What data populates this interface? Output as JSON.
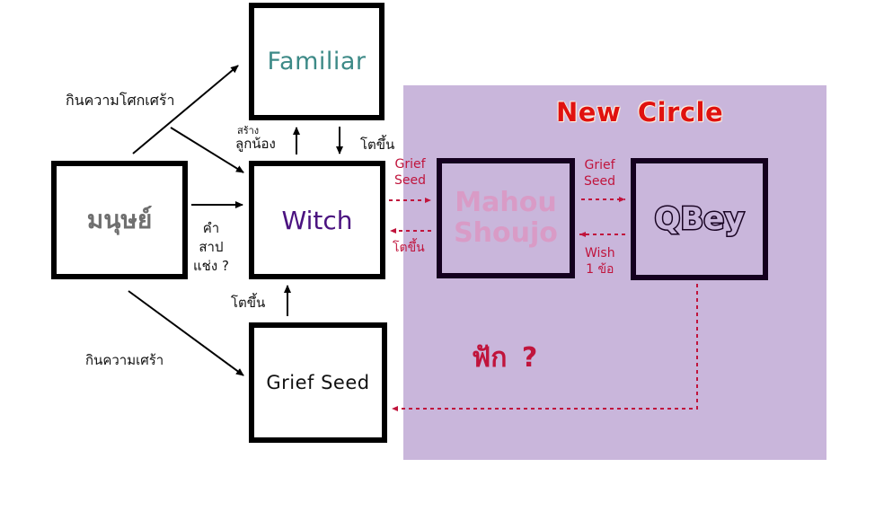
{
  "diagram": {
    "region": {
      "title": "New Circle",
      "color": "#c9b6db",
      "title_color": "#e0120f"
    },
    "nodes": {
      "familiar": {
        "label": "Familiar",
        "color": "#3d8a87"
      },
      "human": {
        "label": "มนุษย์",
        "color": "#6f6f6f"
      },
      "witch": {
        "label": "Witch",
        "color": "#4b1380"
      },
      "grief_seed": {
        "label": "Grief Seed",
        "color": "#111111"
      },
      "mahou_shoujo": {
        "line1": "Mahou",
        "line2": "Shoujo",
        "color": "#d99bc6"
      },
      "qbey": {
        "label": "QBey",
        "color": "#c9b6db"
      }
    },
    "edges": {
      "human_to_familiar": {
        "label": "กินความโศกเศร้า"
      },
      "human_to_grief_seed": {
        "label": "กินความเศร้า"
      },
      "human_to_witch": {
        "line1": "คำ",
        "line2": "สาป",
        "line3": "แช่ง ?"
      },
      "witch_to_familiar": {
        "line1": "สร้าง",
        "line2": "ลูกน้อง"
      },
      "familiar_to_witch": {
        "label": "โตขึ้น"
      },
      "grief_seed_to_witch": {
        "label": "โตขึ้น"
      },
      "witch_to_mahou": {
        "line1": "Grief",
        "line2": "Seed"
      },
      "mahou_to_witch": {
        "label": "โตขึ้น"
      },
      "mahou_to_qbey": {
        "line1": "Grief",
        "line2": "Seed"
      },
      "qbey_to_mahou": {
        "line1": "Wish",
        "line2": "1 ข้อ"
      },
      "qbey_to_grief_seed": {
        "label": "ฟัก ?"
      }
    },
    "edge_colors": {
      "solid": "#000000",
      "dashed": "#c0143c"
    }
  }
}
